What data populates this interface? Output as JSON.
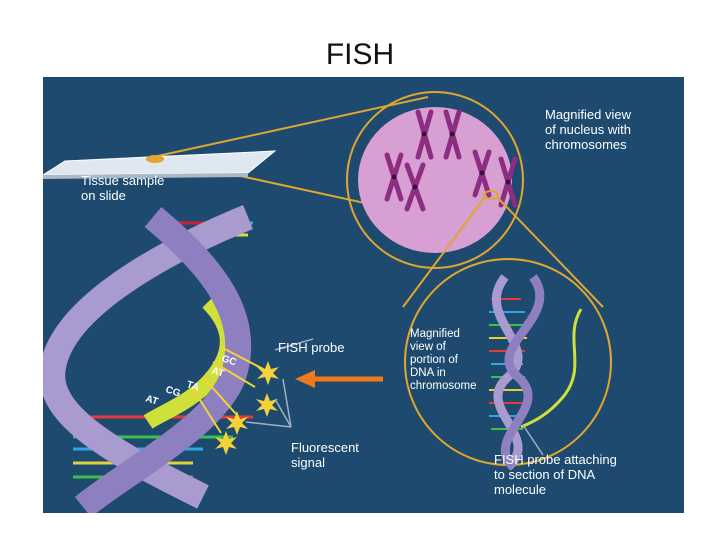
{
  "slide": {
    "title": "FISH"
  },
  "labels": {
    "magnified_nucleus": "Magnified view\nof nucleus with\nchromosomes",
    "tissue_sample": "Tissue sample\non slide",
    "fish_probe": "FISH probe",
    "fluorescent_signal": "Fluorescent\nsignal",
    "magnified_dna": "Magnified\nview of\nportion of\nDNA in\nchromosome",
    "probe_attaching": "FISH probe attaching\nto section of DNA\nmolecule"
  },
  "base_pairs": [
    "GC",
    "AT",
    "TA",
    "CG",
    "AT"
  ],
  "colors": {
    "background": "#1d4a6e",
    "helix": "#a99ad0",
    "probe": "#cfe03a",
    "circle_outline": "#e0a630",
    "nucleus": "#d79fd2",
    "chromosome": "#8c2d82",
    "arrow": "#f07a1a",
    "signal": "#f5d23a"
  }
}
